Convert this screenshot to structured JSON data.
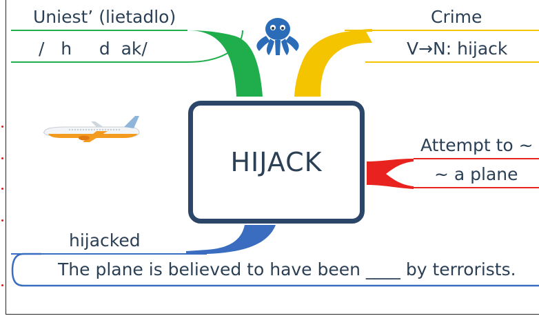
{
  "center": {
    "word": "HIJACK"
  },
  "top_left": {
    "title": "Uniest’ (lietadlo)",
    "pronunciation": "/   h     d  ak/"
  },
  "top_right": {
    "title": "Crime",
    "line": "V→N: hijack"
  },
  "right": {
    "title": "Attempt to ~",
    "line": "~ a plane"
  },
  "bottom": {
    "title": "hijacked",
    "sentence": "The plane is believed to have been ____ by terrorists."
  },
  "colors": {
    "green": "#1fae4b",
    "yellow": "#f5c400",
    "red": "#e8231f",
    "blue": "#3a6dbf",
    "box": "#2b4668",
    "text": "#2b3f55"
  },
  "icons": [
    "octopus-logo-icon",
    "airplane-icon"
  ]
}
